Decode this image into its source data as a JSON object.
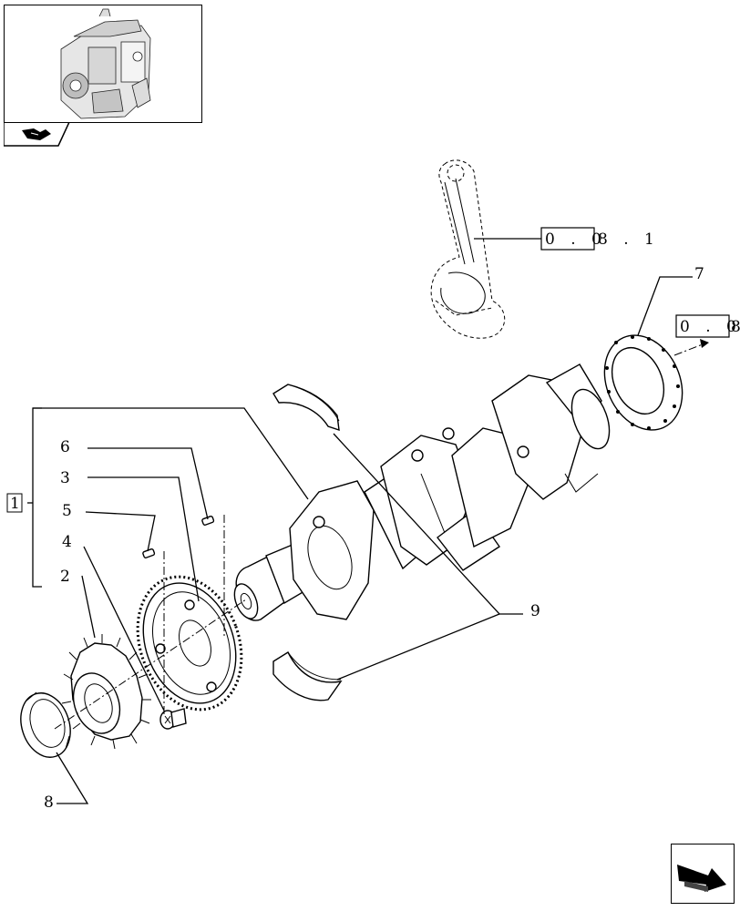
{
  "diagram": {
    "callouts": [
      {
        "id": "1",
        "label": "1"
      },
      {
        "id": "2",
        "label": "2"
      },
      {
        "id": "3",
        "label": "3"
      },
      {
        "id": "4",
        "label": "4"
      },
      {
        "id": "5",
        "label": "5"
      },
      {
        "id": "6",
        "label": "6"
      },
      {
        "id": "7",
        "label": "7"
      },
      {
        "id": "8",
        "label": "8"
      },
      {
        "id": "9",
        "label": "9"
      }
    ],
    "references": [
      {
        "boxed": "0 . 0",
        "suffix": "8 . 1"
      },
      {
        "boxed": "0 . 0",
        "suffix": "8"
      }
    ]
  },
  "icons": {
    "thumbnail": "engine-thumbnail-icon",
    "book": "open-book-icon",
    "nav": "next-page-arrow-icon"
  }
}
